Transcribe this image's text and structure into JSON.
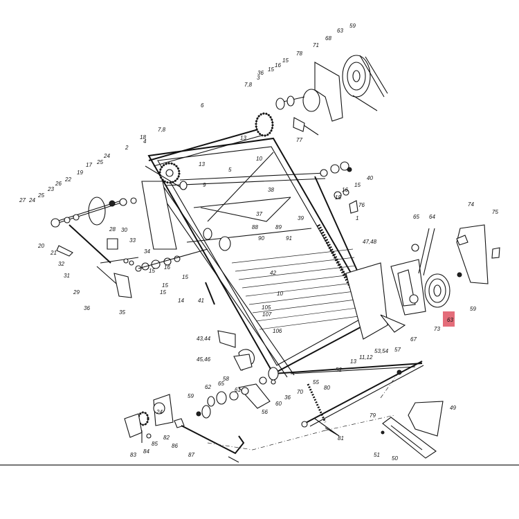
{
  "highlight": {
    "label": "63",
    "color": "#e46d7a"
  },
  "labels": [
    "59",
    "63",
    "71",
    "68",
    "78",
    "15",
    "16",
    "15",
    "36",
    "7,8",
    "77",
    "6",
    "13",
    "10",
    "2",
    "4",
    "18",
    "7,8",
    "13",
    "5",
    "9",
    "24",
    "17",
    "25",
    "19",
    "22",
    "26",
    "23",
    "25",
    "24",
    "27",
    "20",
    "21",
    "32",
    "31",
    "29",
    "28",
    "30",
    "33",
    "34",
    "15",
    "16",
    "15",
    "15",
    "14",
    "36",
    "35",
    "38",
    "37",
    "39",
    "40",
    "15",
    "16",
    "15",
    "76",
    "89",
    "88",
    "90",
    "91",
    "47,48",
    "1",
    "65",
    "64",
    "74",
    "75",
    "42",
    "10",
    "105",
    "107",
    "106",
    "41",
    "43,44",
    "45,46",
    "11,12",
    "13",
    "53,54",
    "57",
    "67",
    "73",
    "59",
    "63",
    "52",
    "55",
    "70",
    "36",
    "60",
    "58",
    "61",
    "65",
    "62",
    "59",
    "56",
    "80",
    "79",
    "49",
    "81",
    "51",
    "50",
    "24",
    "83",
    "84",
    "85",
    "82",
    "86",
    "87",
    "15",
    "3"
  ]
}
